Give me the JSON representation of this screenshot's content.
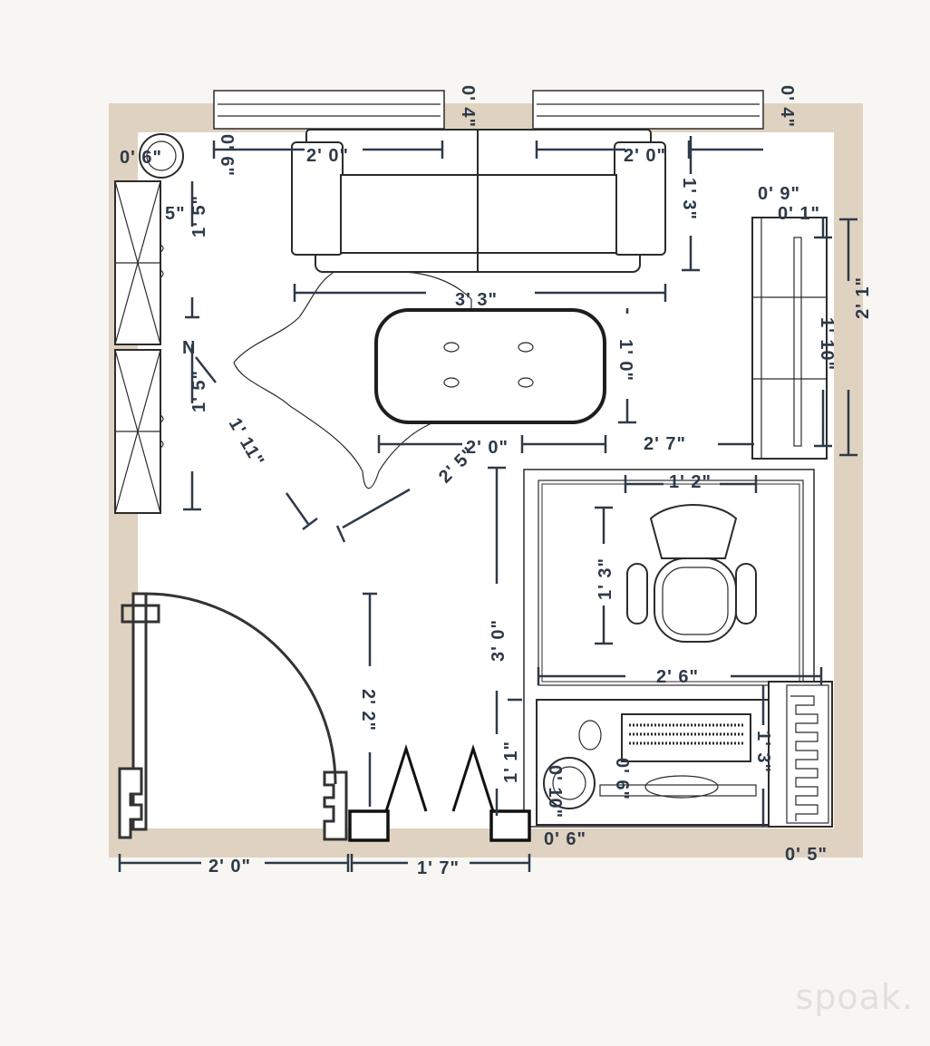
{
  "brand": {
    "logo_text": "spoak."
  },
  "colors": {
    "wall": "#e0d2c0",
    "floor": "#ffffff",
    "ink": "#2e3a48",
    "background": "#f7f6f2"
  },
  "dimensions": {
    "window_left_depth": "0' 4\"",
    "window_right_depth": "0' 4\"",
    "plant": "0' 6\"",
    "plant_gap": "0' 6\"",
    "sofa_left_gap": "2' 0\"",
    "sofa_right_gap": "2' 0\"",
    "sofa_depth": "1' 3\"",
    "sofa_width": "3' 3\"",
    "dresser_depth": "5\"",
    "dresser_top": "1' 5\"",
    "dresser_bottom": "1' 5\"",
    "dresser_label": "N",
    "shelf_depth": "0' 9\"",
    "shelf_gap": "0' 1\"",
    "shelf_length": "1' 10\"",
    "shelf_span": "2' 1\"",
    "ottoman_depth": "1' 0\"",
    "ottoman_left_gap": "2' 0\"",
    "ottoman_right_gap": "2' 7\"",
    "rug_width": "1' 11\"",
    "rug_diag": "2' 5\"",
    "desk_area_depth": "3' 0\"",
    "chair_width": "1' 2\"",
    "chair_depth": "1' 3\"",
    "desk_width": "2' 6\"",
    "desk_depth": "1' 1\"",
    "desk_item_a": "0' 6\"",
    "desk_item_b": "0' 10\"",
    "desk_side_gap": "0' 6\"",
    "radiator_length": "1' 3\"",
    "radiator_depth": "0' 5\"",
    "walkway": "2' 2\"",
    "door_width": "2' 0\"",
    "entry_width": "1' 7\""
  }
}
